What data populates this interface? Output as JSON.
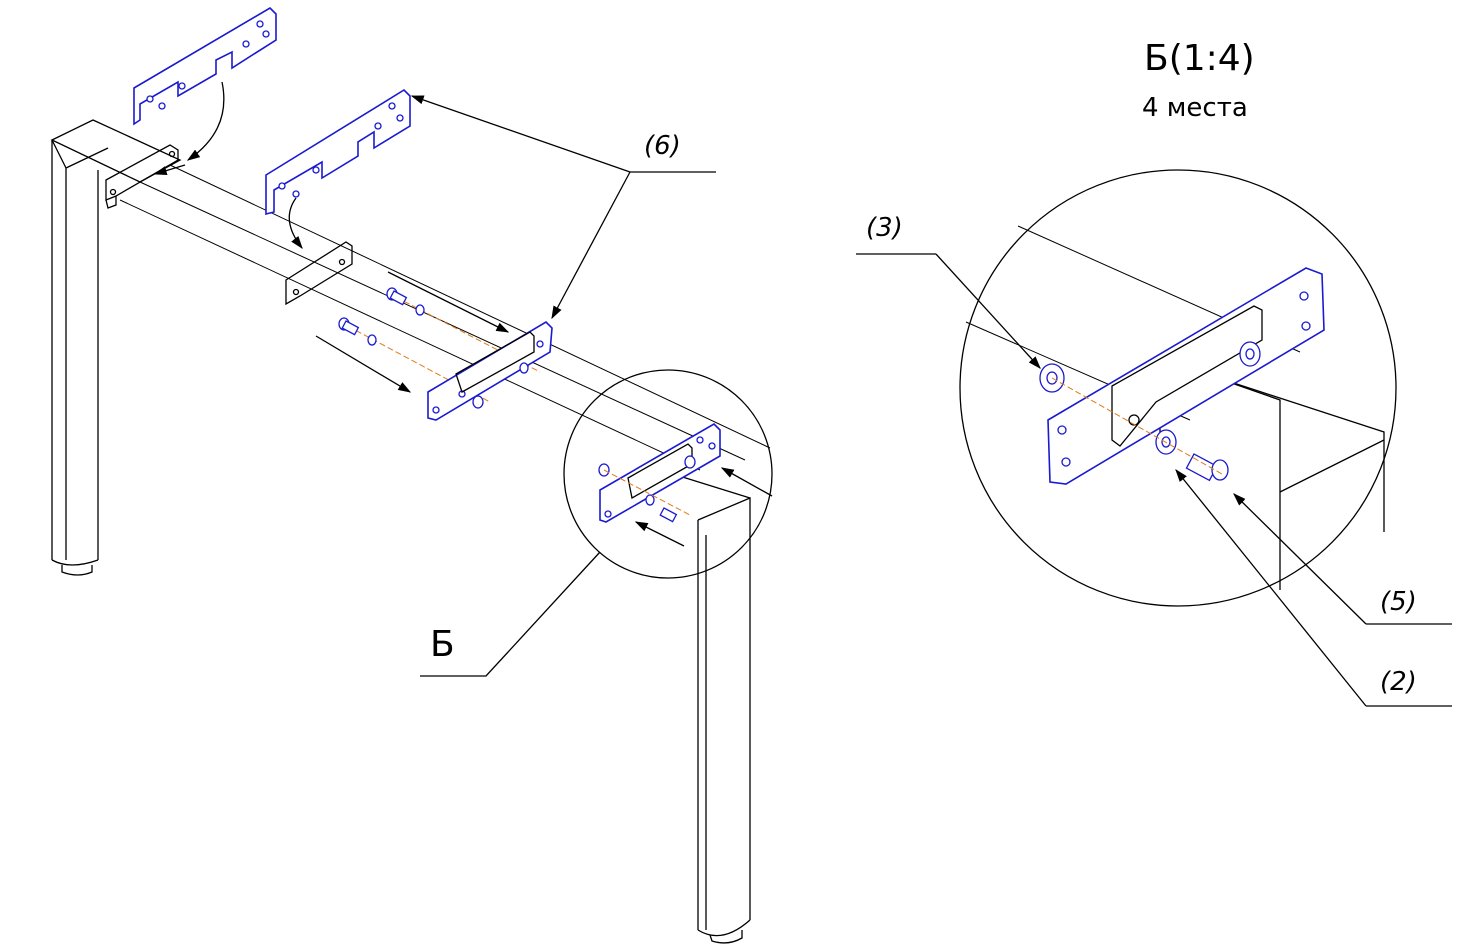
{
  "colors": {
    "line": "#000000",
    "part_outline": "#1a1ad0",
    "axis_line": "#e07a1a",
    "background": "#ffffff"
  },
  "labels": {
    "view_b_marker": "Б",
    "detail_title": "Б(1:4)",
    "detail_subtitle": "4 места",
    "callout_6": "(6)",
    "callout_3": "(3)",
    "callout_5": "(5)",
    "callout_2": "(2)"
  }
}
